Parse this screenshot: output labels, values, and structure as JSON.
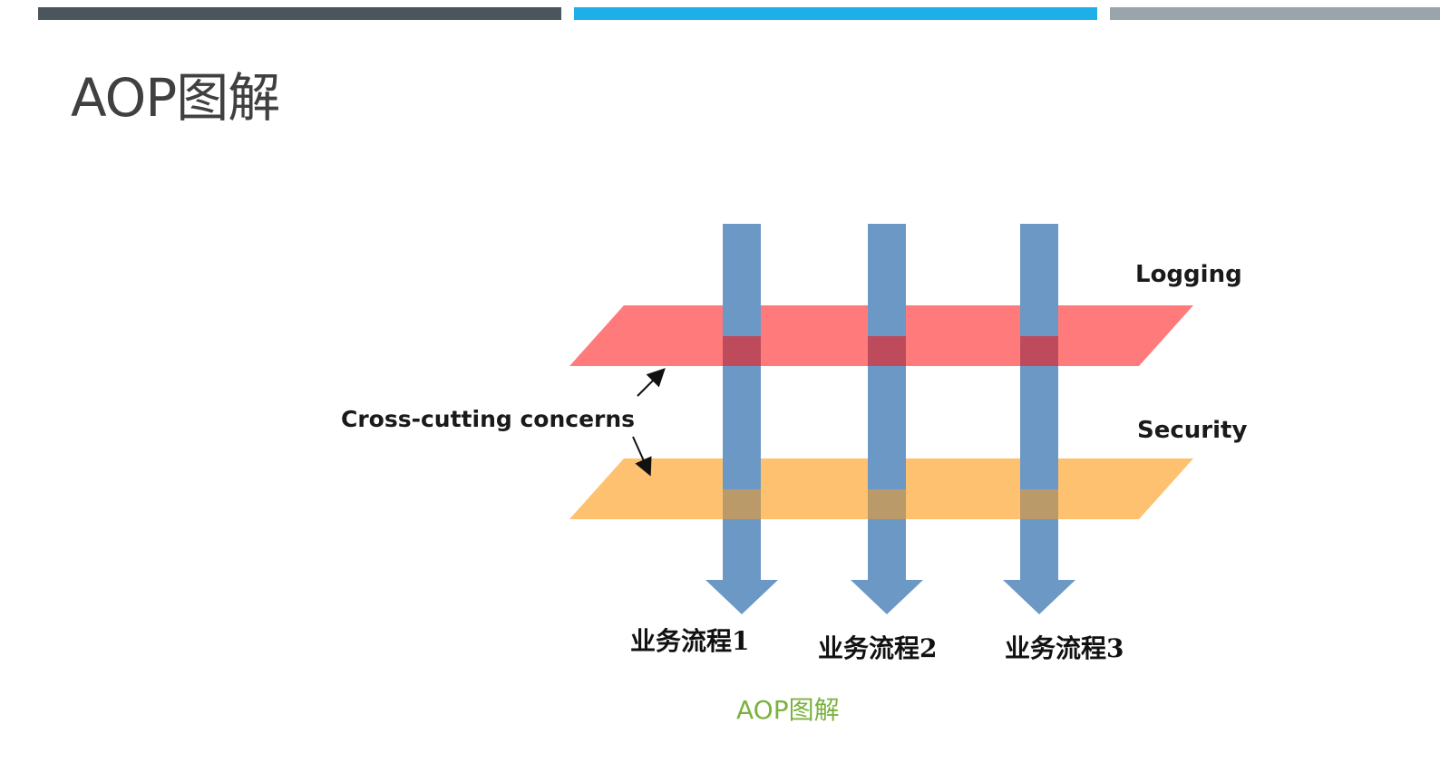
{
  "colors": {
    "bar_dark": "#4b555c",
    "bar_blue": "#1eaee8",
    "bar_gray": "#9aa4ab",
    "logging_plane": "#ff7b7b",
    "security_plane": "#fdc16f",
    "flow_arrow": "#6c98c6",
    "logging_overlap": "#bd4b5c",
    "security_overlap": "#bb9a6a",
    "caption": "#7bb23f"
  },
  "slide": {
    "title": "AOP图解"
  },
  "diagram": {
    "planes": [
      {
        "label": "Logging",
        "icon": "red-plane"
      },
      {
        "label": "Security",
        "icon": "orange-plane"
      }
    ],
    "concern_label": "Cross-cutting concerns",
    "flows": [
      {
        "label": "业务流程1"
      },
      {
        "label": "业务流程2"
      },
      {
        "label": "业务流程3"
      }
    ],
    "caption": "AOP图解"
  }
}
